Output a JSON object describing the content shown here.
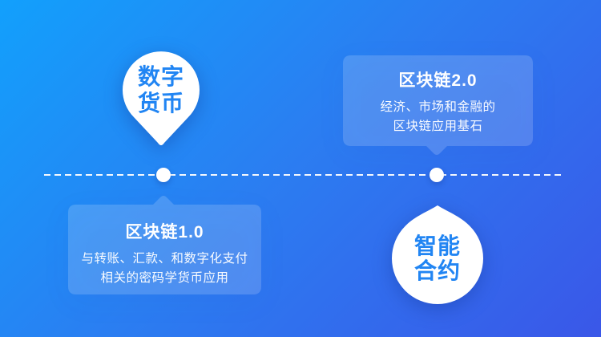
{
  "palette": {
    "bg_from": "#12A0FC",
    "bg_mid": "#2B7DF1",
    "bg_to": "#3A57E8",
    "accent": "#2185F3",
    "bubble": "rgba(255,255,255,0.17)",
    "white": "#ffffff"
  },
  "pin_digital_currency": {
    "line1": "数字",
    "line2": "货币"
  },
  "callout_blockchain2": {
    "title": "区块链2.0",
    "line1": "经济、市场和金融的",
    "line2": "区块链应用基石"
  },
  "callout_blockchain1": {
    "title": "区块链1.0",
    "line1": "与转账、汇款、和数字化支付",
    "line2": "相关的密码学货币应用"
  },
  "drop_smart_contract": {
    "line1": "智能",
    "line2": "合约"
  }
}
